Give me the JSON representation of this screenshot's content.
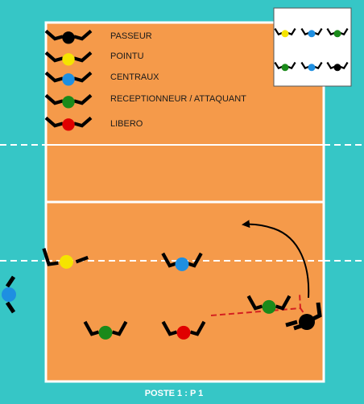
{
  "legend": [
    {
      "role": "passeur",
      "label": "PASSEUR",
      "color": "#000000"
    },
    {
      "role": "pointu",
      "label": "POINTU",
      "color": "#f5e400"
    },
    {
      "role": "central",
      "label": "CENTRAUX",
      "color": "#1e8fe1"
    },
    {
      "role": "receptionneur",
      "label": "RECEPTIONNEUR / ATTAQUANT",
      "color": "#1a8a1a"
    },
    {
      "role": "libero",
      "label": "LIBERO",
      "color": "#e00000"
    }
  ],
  "caption": "POSTE 1 : P 1",
  "colors": {
    "water": "#36c6c6",
    "court": "#f59a4a",
    "lines": "#ffffff",
    "arrow": "#000000",
    "dashed_path": "#d42020"
  }
}
